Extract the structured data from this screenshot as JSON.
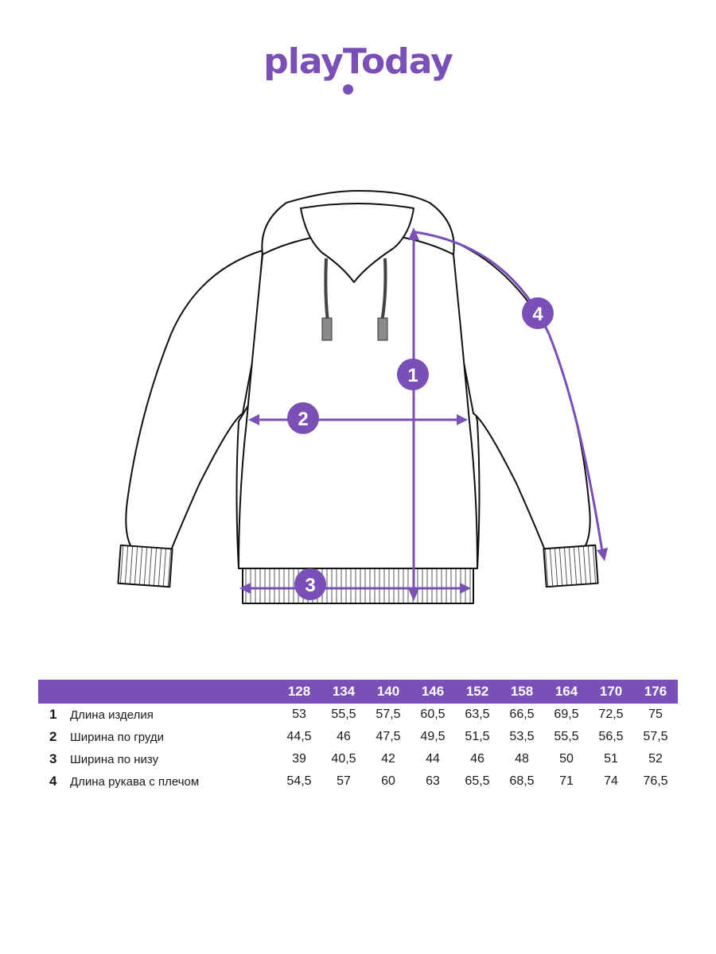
{
  "brand": {
    "logo_text": "playToday",
    "accent_color": "#7a4fb8"
  },
  "diagram": {
    "markers": [
      {
        "id": "1",
        "label": "1"
      },
      {
        "id": "2",
        "label": "2"
      },
      {
        "id": "3",
        "label": "3"
      },
      {
        "id": "4",
        "label": "4"
      }
    ]
  },
  "size_table": {
    "header_color": "#7a4fb8",
    "sizes": [
      "128",
      "134",
      "140",
      "146",
      "152",
      "158",
      "164",
      "170",
      "176"
    ],
    "rows": [
      {
        "num": "1",
        "name": "Длина изделия",
        "values": [
          "53",
          "55,5",
          "57,5",
          "60,5",
          "63,5",
          "66,5",
          "69,5",
          "72,5",
          "75"
        ]
      },
      {
        "num": "2",
        "name": "Ширина по груди",
        "values": [
          "44,5",
          "46",
          "47,5",
          "49,5",
          "51,5",
          "53,5",
          "55,5",
          "56,5",
          "57,5"
        ]
      },
      {
        "num": "3",
        "name": "Ширина по низу",
        "values": [
          "39",
          "40,5",
          "42",
          "44",
          "46",
          "48",
          "50",
          "51",
          "52"
        ]
      },
      {
        "num": "4",
        "name": "Длина рукава с плечом",
        "values": [
          "54,5",
          "57",
          "60",
          "63",
          "65,5",
          "68,5",
          "71",
          "74",
          "76,5"
        ]
      }
    ]
  }
}
